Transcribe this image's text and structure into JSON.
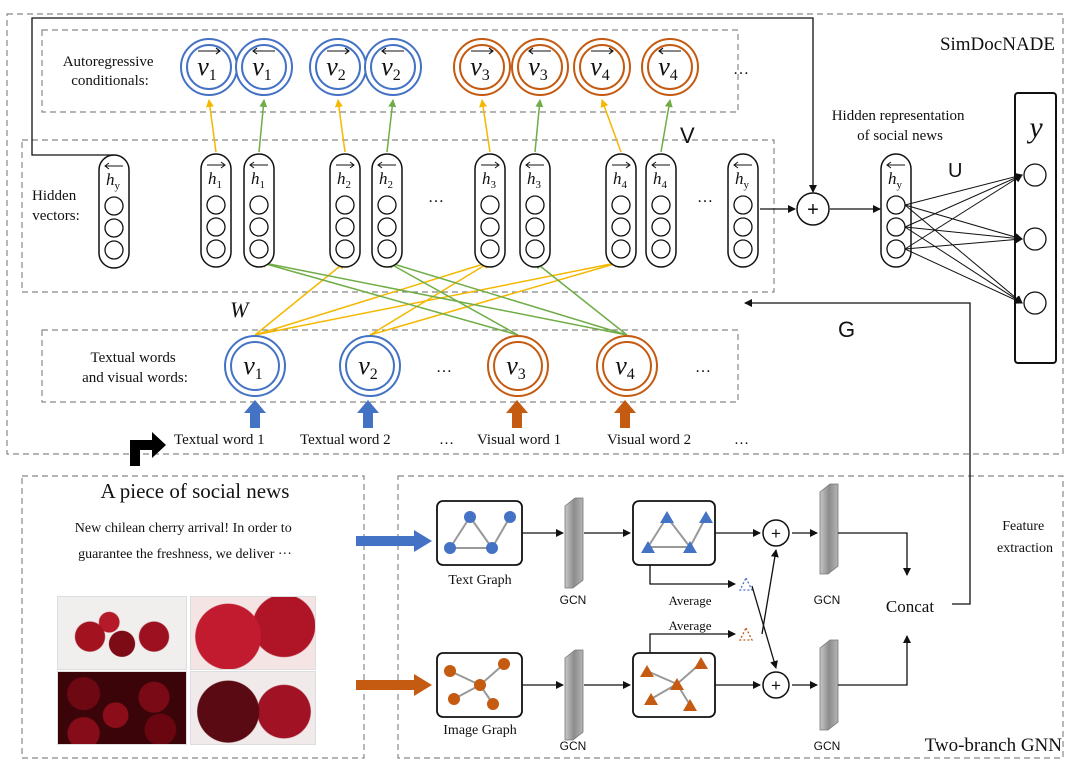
{
  "colors": {
    "text_blue": "#4472C4",
    "visual_orange": "#C55A11",
    "arrow_yellow": "#F5B800",
    "arrow_green": "#70AD47",
    "gcn_gray": "#9a9a9a",
    "cherry_red": "#8b0a1a"
  },
  "titles": {
    "simdocnade": "SimDocNADE",
    "two_branch": "Two-branch GNN",
    "social_news": "A piece of social news"
  },
  "top": {
    "autoregressive_line1": "Autoregressive",
    "autoregressive_line2": "conditionals:",
    "hidden_line1": "Hidden",
    "hidden_line2": "vectors:",
    "ellipsis": "…",
    "V": "V",
    "W": "W",
    "U": "U",
    "G": "G",
    "plus": "+",
    "hidden_repr_line1": "Hidden representation",
    "hidden_repr_line2": "of social news",
    "y": "y"
  },
  "input_row": {
    "label_line1": "Textual words",
    "label_line2": "and visual words:",
    "ellipsis": "…"
  },
  "bottom_words": [
    "Textual word 1",
    "Textual word 2",
    "…",
    "Visual word 1",
    "Visual word 2",
    "…"
  ],
  "news_text": {
    "line1": "New chilean cherry arrival! In order to",
    "line2": "guarantee the freshness, we deliver ···"
  },
  "gnn": {
    "text_graph": "Text Graph",
    "image_graph": "Image Graph",
    "gcn": "GCN",
    "average": "Average",
    "concat": "Concat",
    "feature_line1": "Feature",
    "feature_line2": "extraction"
  },
  "icons": [
    "corner-arrow-icon",
    "plus-icon",
    "triangle-icon",
    "cherry-photo"
  ]
}
